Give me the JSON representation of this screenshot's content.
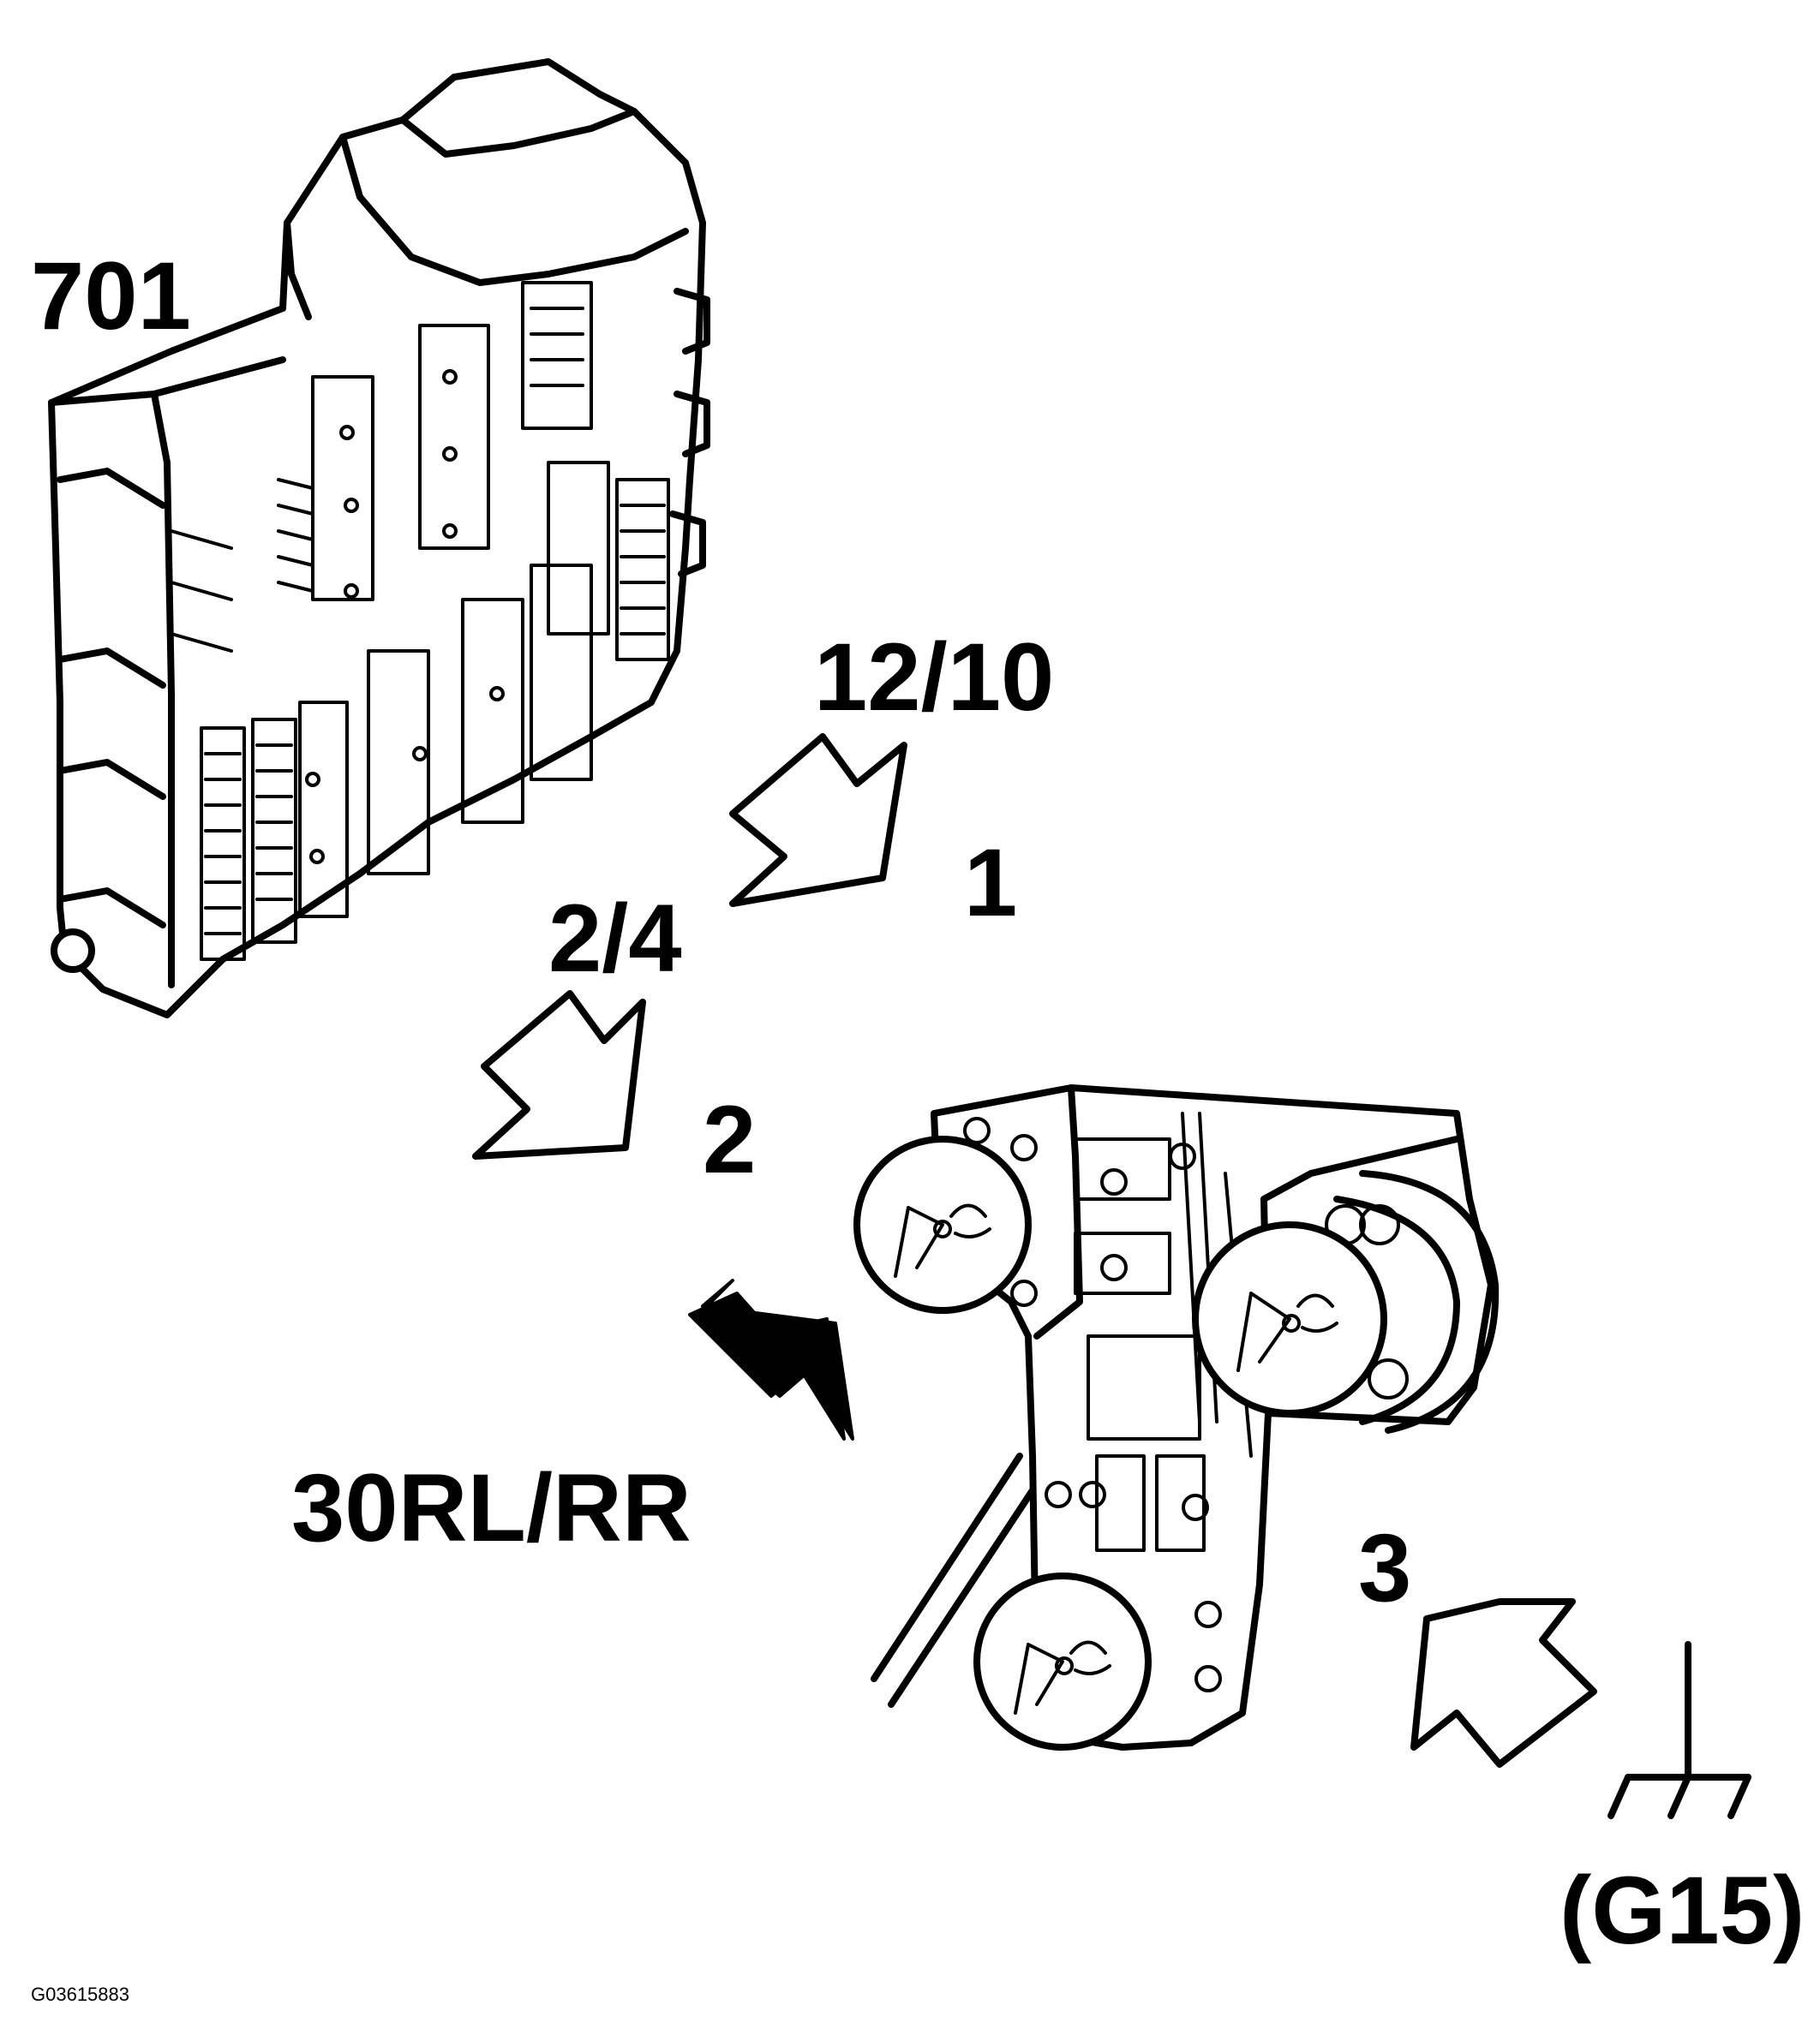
{
  "labels": {
    "module": "701",
    "connector_top": "12/10",
    "connector_mid": "2/4",
    "step_1": "1",
    "step_2": "2",
    "step_3": "3",
    "feed": "30RL/RR",
    "ground": "(G15)",
    "image_code": "G03615883"
  },
  "icons": {
    "module": "central-electronic-module-icon",
    "bulb_holder": "tail-lamp-bulb-holder-icon",
    "ground": "ground-symbol-icon",
    "arrow_outline": "outline-arrow-icon",
    "arrow_solid": "solid-arrow-icon"
  }
}
